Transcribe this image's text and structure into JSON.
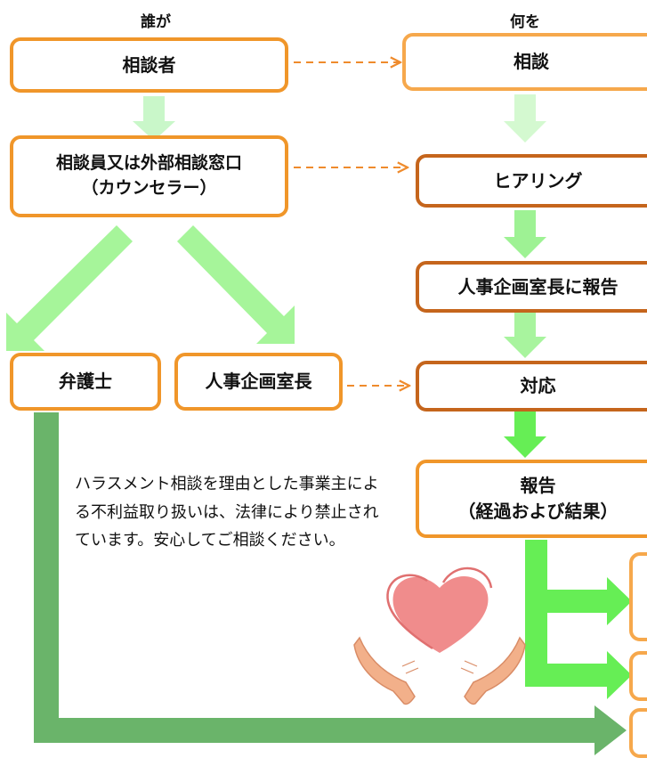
{
  "headers": {
    "who": "誰が",
    "what": "何を"
  },
  "left_boxes": {
    "consultant": "相談者",
    "counselor_line1": "相談員又は外部相談窓口",
    "counselor_line2": "（カウンセラー）",
    "lawyer": "弁護士",
    "hr_head": "人事企画室長"
  },
  "right_boxes": {
    "consultation": "相談",
    "hearing": "ヒアリング",
    "report_to_head": "人事企画室長に報告",
    "response": "対応",
    "report_line1": "報告",
    "report_line2": "（経過および結果）"
  },
  "note": "ハラスメント相談を理由とした事業主による不利益取り扱いは、法律により禁止されています。安心してご相談ください。",
  "illustration": "heart-in-hands-icon",
  "colors": {
    "box_border": "#f0962a",
    "box_border_dark": "#c5651c",
    "dashed_arrow": "#ef8b2c",
    "arrow_pale": "#c9f7c9",
    "arrow_light": "#a6f59a",
    "arrow_bright": "#66ee55",
    "arrow_dark": "#6ab46a",
    "heart": "#f08c8c",
    "hands": "#f2b08a"
  }
}
